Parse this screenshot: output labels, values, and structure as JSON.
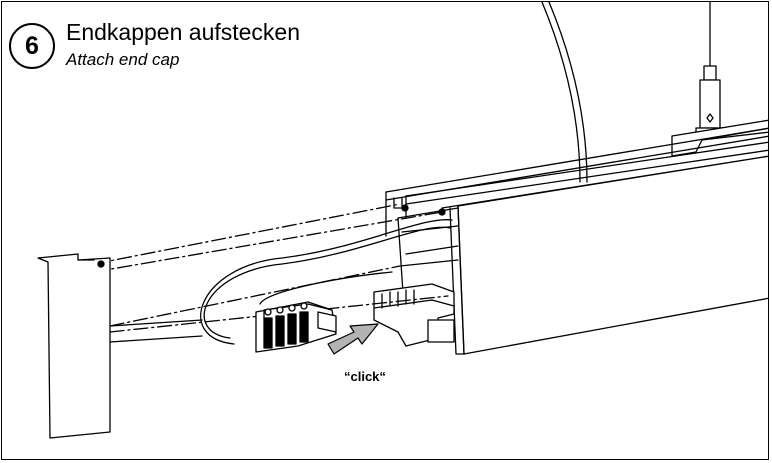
{
  "step": {
    "number": "6",
    "title_de": "Endkappen aufstecken",
    "title_en": "Attach end cap"
  },
  "annotation": {
    "click_label": "“click“"
  },
  "colors": {
    "line": "#000000",
    "arrow_fill": "#b3b3b3",
    "background": "#ffffff"
  }
}
